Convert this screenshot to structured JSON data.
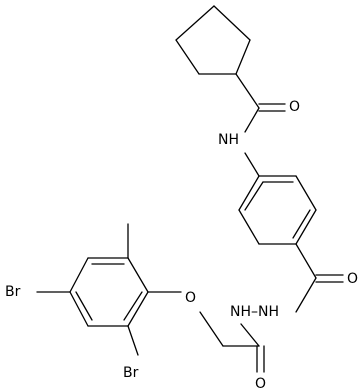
{
  "structure": {
    "atom_labels": {
      "amide_oxygen_top": "O",
      "amide_nh": "NH",
      "hydrazide_oxygen": "O",
      "hydrazide_nhnh": "NH–NH",
      "ether_oxygen": "O",
      "acetyl_oxygen": "O",
      "bromine_left": "Br",
      "bromine_bottom": "Br"
    }
  }
}
